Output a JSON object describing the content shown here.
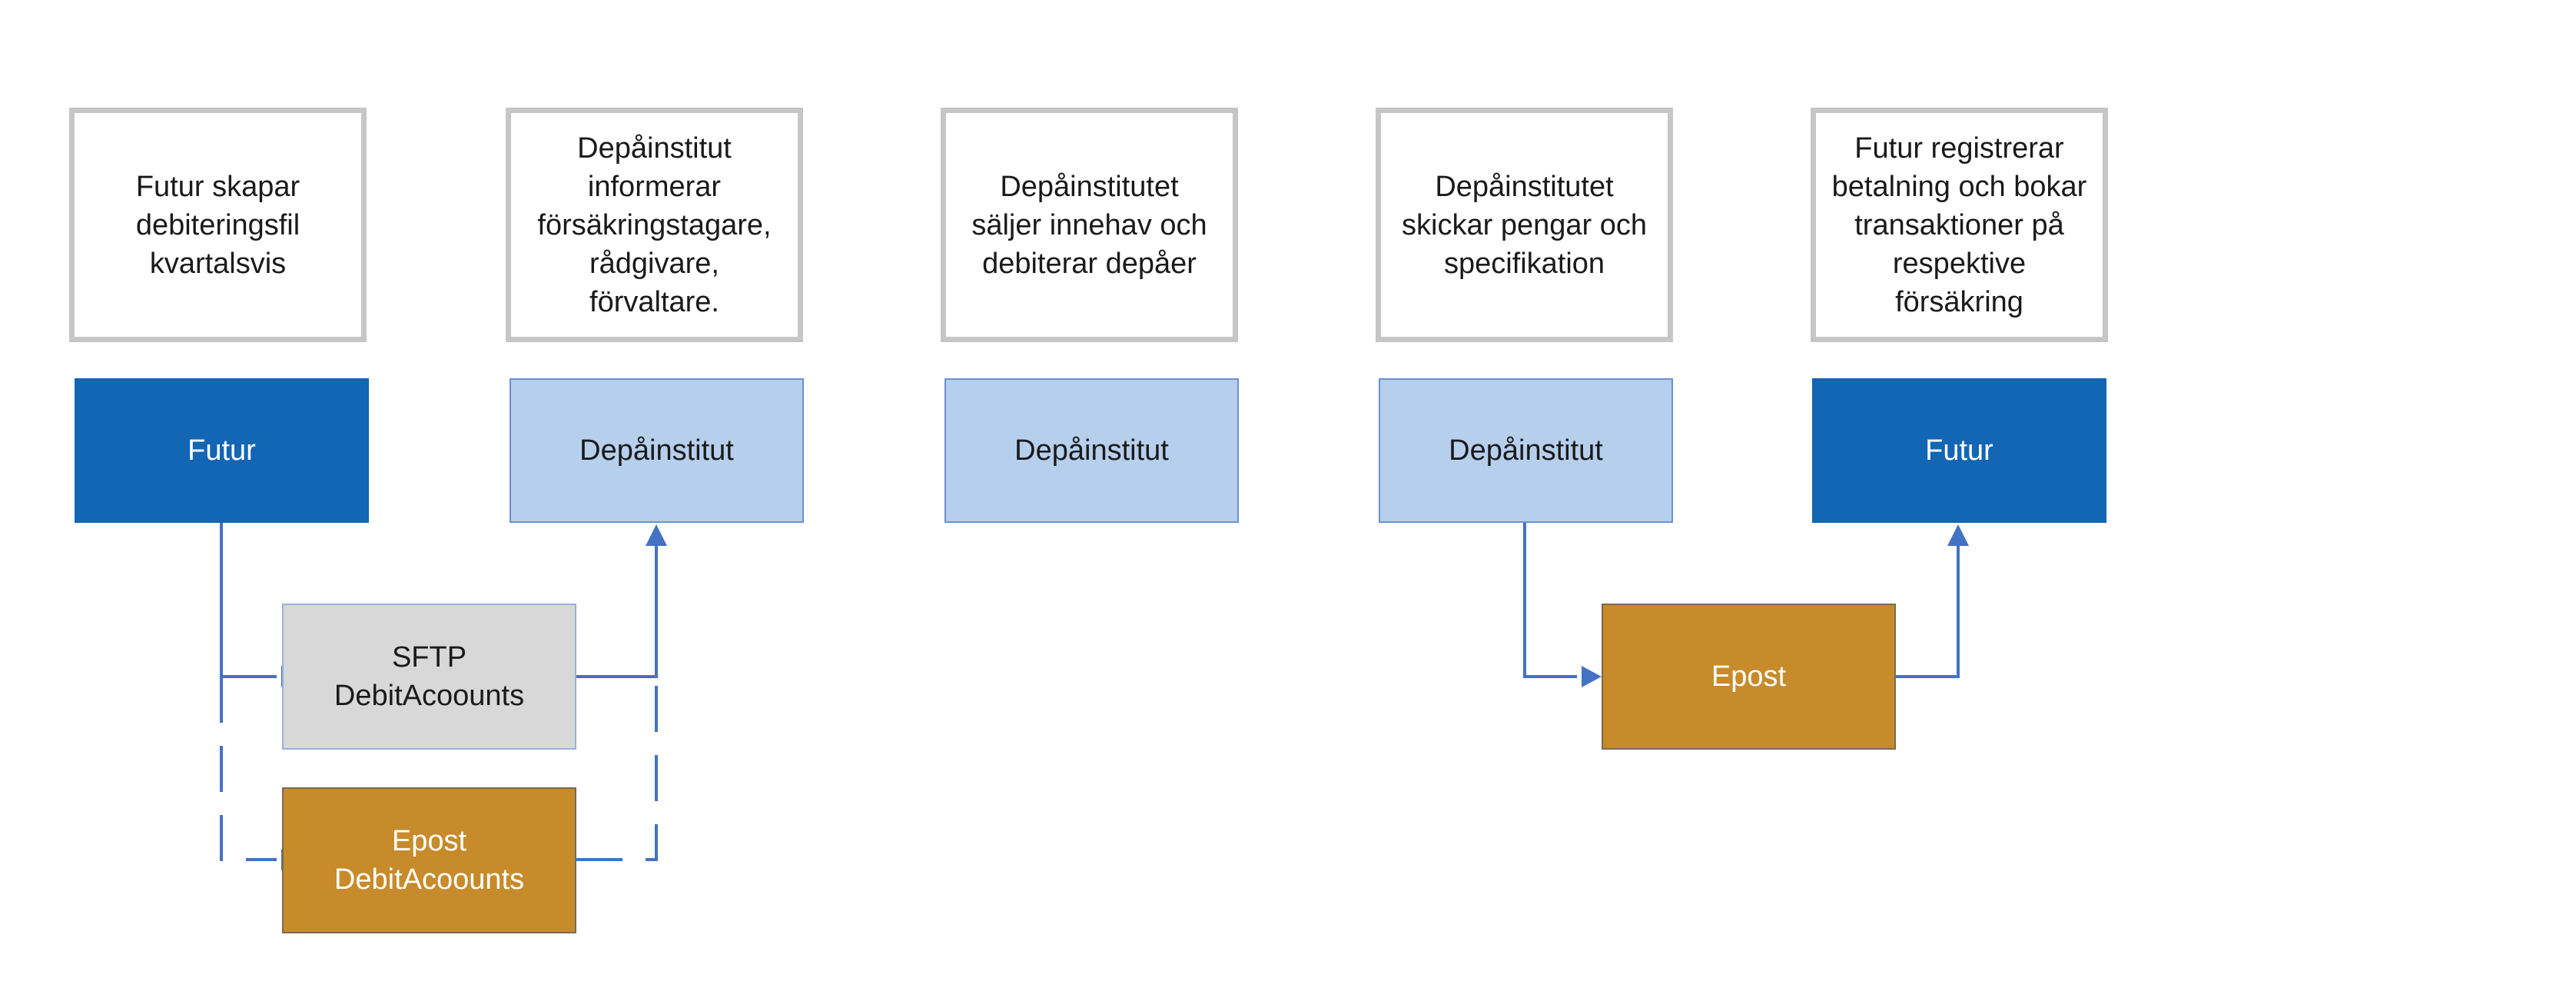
{
  "descriptions": [
    "Futur skapar\ndebiteringsfil\nkvartalsvis",
    "Depåinstitut\ninformerar\nförsäkringstagare,\nrådgivare,\nförvaltare.",
    "Depåinstitutet\nsäljer innehav och\ndebiterar depåer",
    "Depåinstitutet\nskickar pengar och\nspecifikation",
    "Futur registrerar\nbetalning och bokar\ntransaktioner på\nrespektive\nförsäkring"
  ],
  "actors": [
    "Futur",
    "Depåinstitut",
    "Depåinstitut",
    "Depåinstitut",
    "Futur"
  ],
  "channels": {
    "sftp": "SFTP\nDebitAcoounts",
    "epost_debit": "Epost\nDebitAcoounts",
    "epost": "Epost"
  },
  "colors": {
    "futur": "#1266b4",
    "depainstitut": "#b6cfec",
    "sftp": "#d8d8d8",
    "epost": "#c78b2b",
    "arrow": "#4472c4",
    "description_border": "#c6c6c6"
  }
}
